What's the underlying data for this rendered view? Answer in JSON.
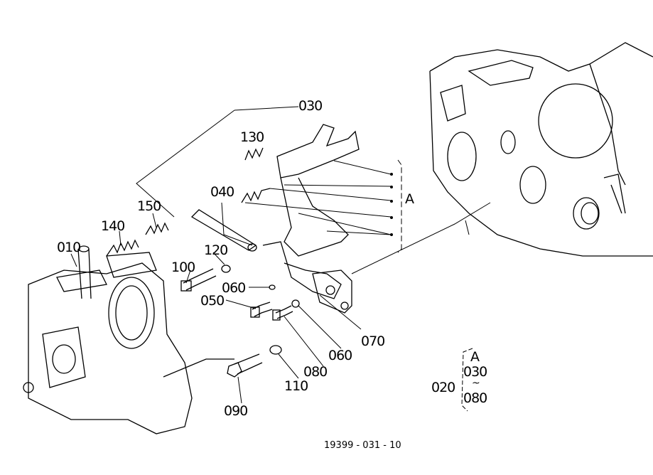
{
  "callouts": {
    "p030": "030",
    "p130": "130",
    "p040": "040",
    "p150": "150",
    "p140": "140",
    "p010": "010",
    "p120": "120",
    "p100": "100",
    "p060a": "060",
    "p050": "050",
    "p070": "070",
    "p060b": "060",
    "p080": "080",
    "p110": "110",
    "p090": "090",
    "groupA": "A"
  },
  "legend": {
    "group": "A",
    "from": "030",
    "range_sign": "~",
    "to": "080",
    "assembly": "020"
  },
  "drawing_number": "19399 - 031 - 10"
}
